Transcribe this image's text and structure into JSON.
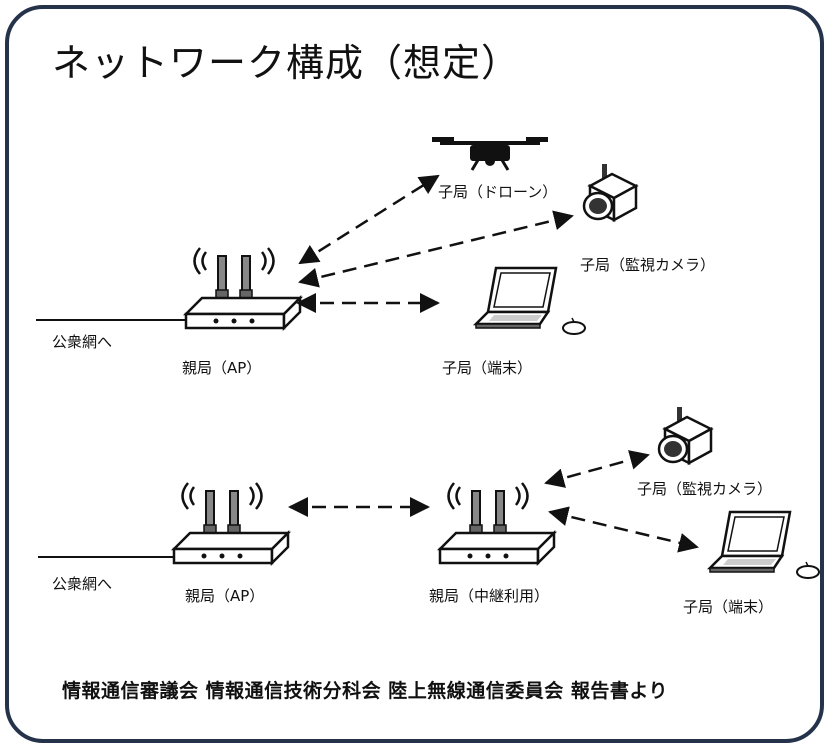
{
  "title": "ネットワーク構成（想定）",
  "labels": {
    "drone": "子局（ドローン）",
    "camera_top": "子局（監視カメラ）",
    "terminal_top": "子局（端末）",
    "parent_top": "親局（AP）",
    "public_top": "公衆網へ",
    "camera_bottom": "子局（監視カメラ）",
    "parent_bottom": "親局（AP）",
    "relay": "親局（中継利用）",
    "terminal_bottom": "子局（端末）",
    "public_bottom": "公衆網へ"
  },
  "source": "情報通信審議会 情報通信技術分科会 陸上無線通信委員会 報告書より",
  "colors": {
    "frame": "#24324a"
  }
}
